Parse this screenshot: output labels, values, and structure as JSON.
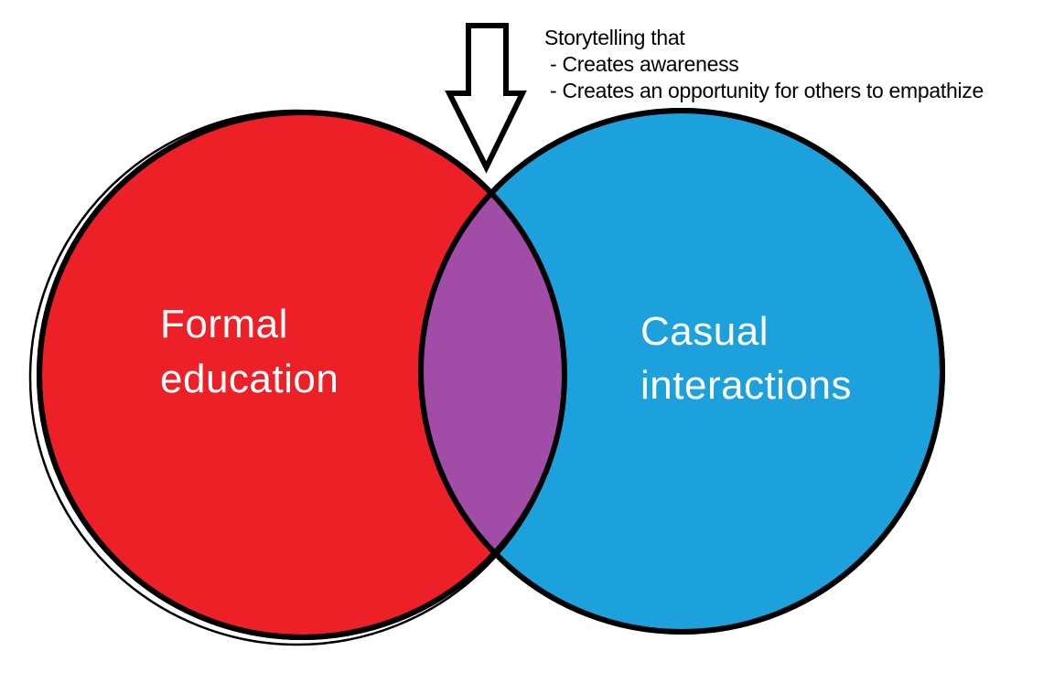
{
  "diagram": {
    "type": "venn",
    "left_circle": {
      "label_line1": "Formal",
      "label_line2": "education",
      "color": "#ed1f27"
    },
    "right_circle": {
      "label_line1": "Casual",
      "label_line2": "interactions",
      "color": "#1da1dd"
    },
    "overlap": {
      "color": "#a14ca6",
      "annotation_line1": "Storytelling that",
      "annotation_line2": "- Creates awareness",
      "annotation_line3": "- Creates an opportunity for others to empathize"
    },
    "outline_color": "#000000",
    "label_text_color": "#ffffff",
    "annotation_text_color": "#000000",
    "background_color": "#ffffff",
    "arrow_icon": "down-block-arrow"
  }
}
